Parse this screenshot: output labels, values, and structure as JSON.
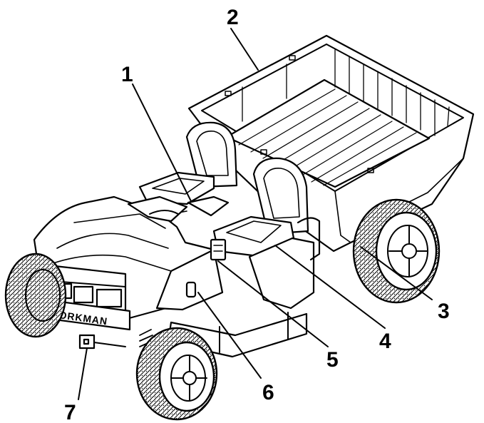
{
  "callouts": [
    {
      "number": "1"
    },
    {
      "number": "2"
    },
    {
      "number": "3"
    },
    {
      "number": "4"
    },
    {
      "number": "5"
    },
    {
      "number": "6"
    },
    {
      "number": "7"
    }
  ],
  "vehicle": {
    "brand_text": "WORKMAN"
  },
  "colors": {
    "line": "#000000",
    "background": "#ffffff"
  }
}
